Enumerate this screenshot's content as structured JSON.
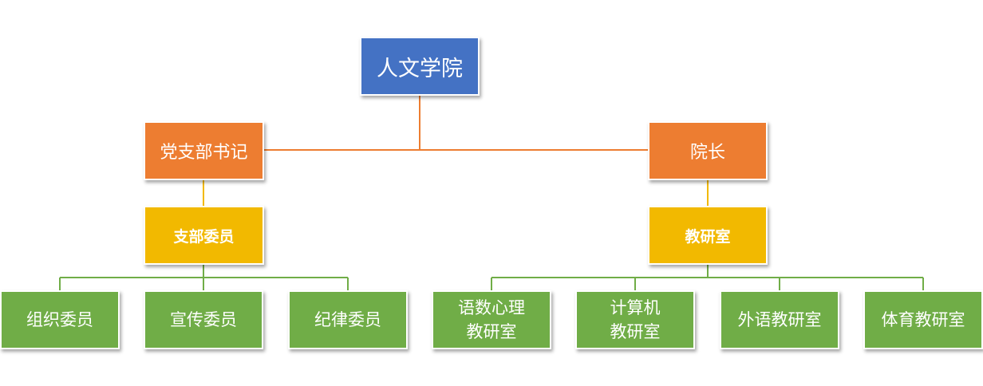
{
  "root": {
    "label": "人文学院"
  },
  "party_secretary": {
    "label": "党支部书记"
  },
  "dean": {
    "label": "院长"
  },
  "branch_committee": {
    "label": "支部委员"
  },
  "research_office": {
    "label": "教研室"
  },
  "committee_members": [
    {
      "label": "组织委员"
    },
    {
      "label": "宣传委员"
    },
    {
      "label": "纪律委员"
    }
  ],
  "research_offices": [
    {
      "line1": "语数心理",
      "line2": "教研室"
    },
    {
      "line1": "计算机",
      "line2": "教研室"
    },
    {
      "line1": "外语教研室",
      "line2": ""
    },
    {
      "line1": "体育教研室",
      "line2": ""
    }
  ],
  "colors": {
    "root": "#4472c4",
    "level1": "#ed7d31",
    "level2": "#f2b900",
    "leaf": "#70ad47",
    "connector_upper": "#ed7d31",
    "connector_middle": "#f2b900",
    "connector_lower": "#70ad47"
  }
}
